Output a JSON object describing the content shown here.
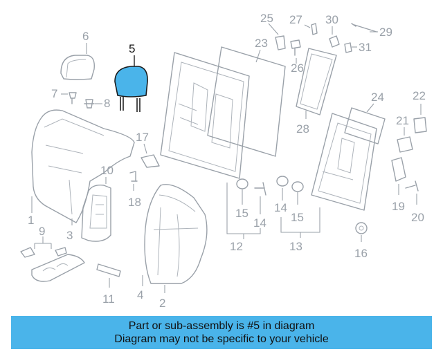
{
  "colors": {
    "highlight": "#4ab4ea",
    "outline": "#9aa1a9",
    "banner": "#4ab4ea"
  },
  "callouts": {
    "c1": "1",
    "c2": "2",
    "c3": "3",
    "c4": "4",
    "c5": "5",
    "c6": "6",
    "c7": "7",
    "c8": "8",
    "c9": "9",
    "c10": "10",
    "c11": "11",
    "c12": "12",
    "c13": "13",
    "c14a": "14",
    "c14b": "14",
    "c15a": "15",
    "c15b": "15",
    "c16": "16",
    "c17": "17",
    "c18": "18",
    "c19": "19",
    "c20": "20",
    "c21": "21",
    "c22": "22",
    "c23": "23",
    "c24": "24",
    "c25": "25",
    "c26": "26",
    "c27": "27",
    "c28": "28",
    "c29": "29",
    "c30": "30",
    "c31": "31"
  },
  "banner": {
    "line1": "Part or sub-assembly is #5 in diagram",
    "line2": "Diagram may not be specific to your vehicle"
  }
}
